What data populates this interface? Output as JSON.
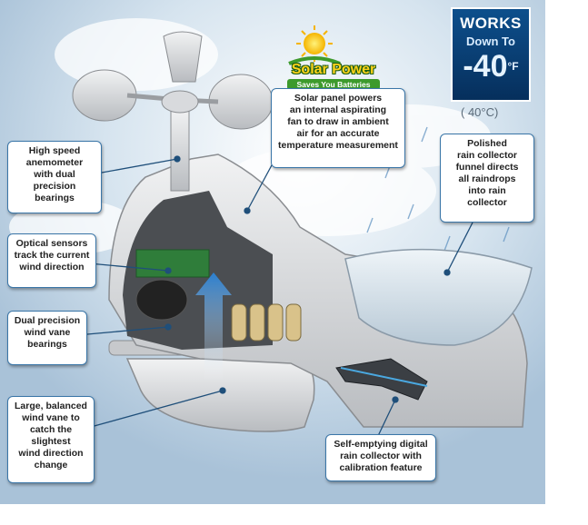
{
  "badge": {
    "works": "WORKS",
    "down_to": "Down To",
    "temperature": "-40",
    "unit": "°F",
    "celsius": "( 40°C)"
  },
  "solar": {
    "title": "Solar Power",
    "subtitle": "Saves You Batteries"
  },
  "callouts": {
    "solar_panel": "Solar panel powers\nan internal aspirating\nfan to draw in ambient\nair for an accurate\ntemperature measurement",
    "anemometer": "High speed\nanemometer\nwith dual\nprecision\nbearings",
    "optical": "Optical sensors\ntrack the current\nwind direction",
    "vane_bearings": "Dual precision\nwind vane\nbearings",
    "wind_vane": "Large, balanced\nwind vane to\ncatch the\nslightest\nwind direction\nchange",
    "rain_funnel": "Polished\nrain collector\nfunnel directs\nall raindrops\ninto rain\ncollector",
    "rain_collector": "Self-emptying digital\nrain collector with\ncalibration feature"
  },
  "colors": {
    "sky": "#c9dbe9",
    "callout_border": "#3a76a8",
    "badge_blue": "#0d4f8c",
    "housing": "#d8dadd",
    "pcb": "#2f7d3a"
  }
}
